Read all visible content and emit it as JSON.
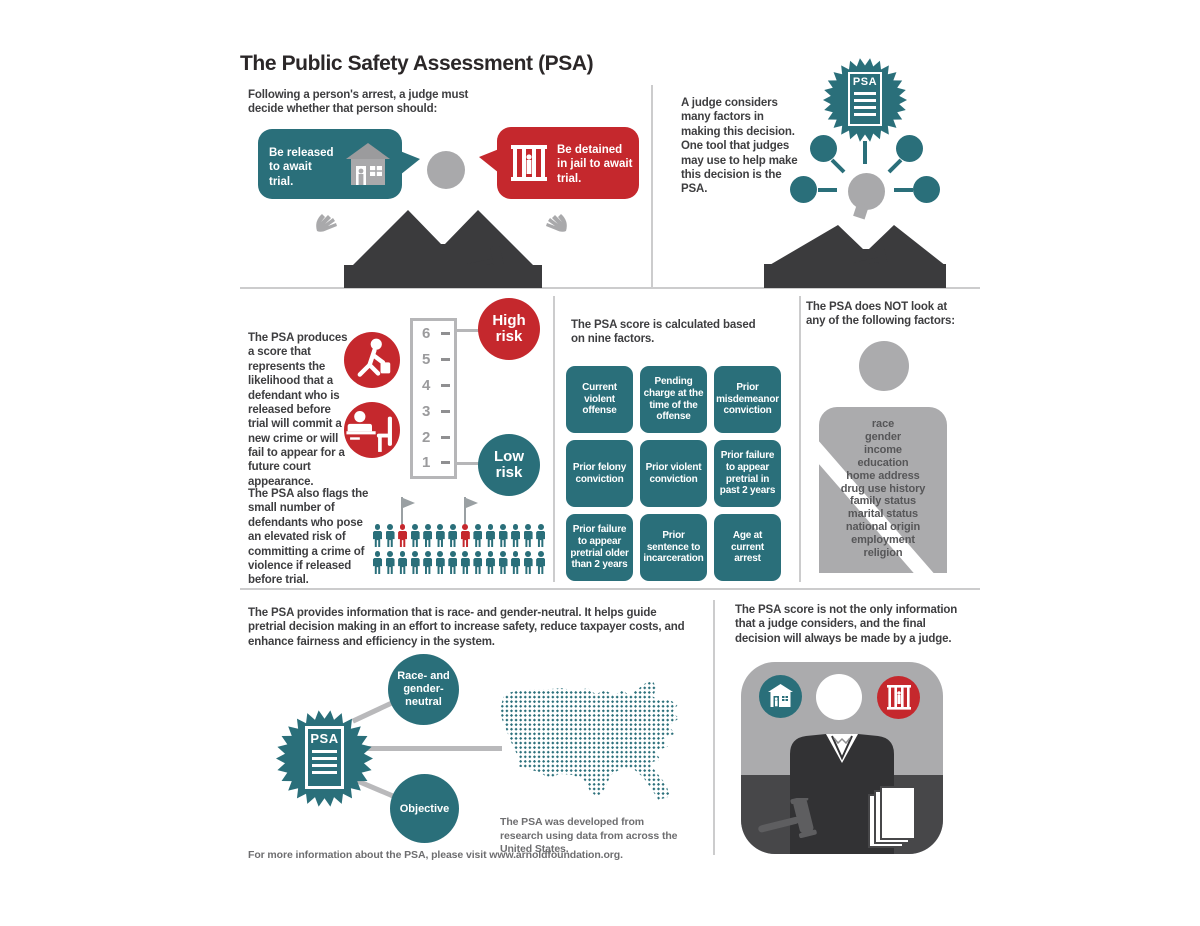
{
  "title": "The Public Safety Assessment (PSA)",
  "colors": {
    "teal": "#2A6F7A",
    "red": "#C5282D",
    "dark": "#3B3B3D",
    "gray": "#A9A9AB",
    "divider": "#CCCCCD"
  },
  "top_left": {
    "intro": "Following a person's arrest, a judge must decide whether that person should:",
    "release_bubble": "Be released to await trial.",
    "detain_bubble": "Be detained in jail to await trial."
  },
  "top_right": {
    "text": "A judge considers many factors in making this decision. One tool that judges may use to help make this decision is the PSA.",
    "badge_label": "PSA"
  },
  "score": {
    "text": "The PSA produces a score that represents the likelihood that a defendant who is released before trial will commit a new crime or will fail to appear for a future court appearance.",
    "high_label": "High risk",
    "low_label": "Low risk",
    "scale": [
      "6",
      "5",
      "4",
      "3",
      "2",
      "1"
    ],
    "flags_text": "The PSA also flags the small number of defendants who pose an elevated risk of committing a crime of violence if released before trial.",
    "pictograph": {
      "rows": [
        {
          "count": 14,
          "flagged": [
            2,
            7
          ]
        },
        {
          "count": 14,
          "flagged": []
        }
      ]
    }
  },
  "factors": {
    "header": "The PSA score is calculated based on nine factors.",
    "items": [
      "Current violent offense",
      "Pending charge at the time of the offense",
      "Prior misdemeanor conviction",
      "Prior felony conviction",
      "Prior violent conviction",
      "Prior failure to appear pretrial in past 2 years",
      "Prior failure to appear pretrial older than 2 years",
      "Prior sentence to incarceration",
      "Age at current arrest"
    ]
  },
  "excluded": {
    "header": "The PSA does NOT look at any of the following factors:",
    "items": [
      "race",
      "gender",
      "income",
      "education",
      "home address",
      "drug use history",
      "family status",
      "marital status",
      "national origin",
      "employment",
      "religion"
    ]
  },
  "neutral": {
    "text": "The PSA provides information that is race- and gender-neutral. It helps guide pretrial decision making in an effort to increase safety, reduce taxpayer costs, and enhance fairness and efficiency in the system.",
    "badge_label": "PSA",
    "circle1": "Race- and\ngender-\nneutral",
    "circle2": "Objective",
    "map_caption": "The PSA was developed from research using data from across the United States.",
    "footer": "For more information about the PSA, please visit www.arnoldfoundation.org."
  },
  "judge_final": {
    "text": "The PSA score is not the only information that a judge considers, and the final decision will always be made by a judge."
  }
}
